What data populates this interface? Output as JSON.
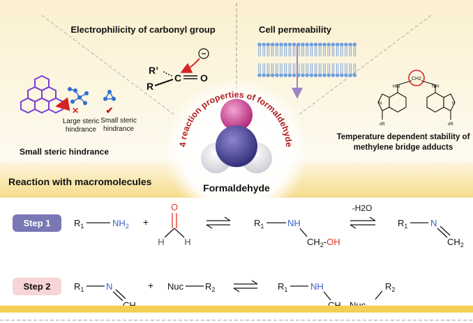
{
  "header": {
    "q1_title": "Electrophilicity of carbonyl group",
    "q2_title": "Cell permeability",
    "q3_title": "Small steric hindrance",
    "q4_title_line1": "Temperature dependent stability of",
    "q4_title_line2": "methylene bridge adducts",
    "arc_text": "4 reaction properties of formaldehyde",
    "center_label": "Formaldehyde"
  },
  "carbonyl": {
    "r_prime": "R’",
    "r": "R",
    "carbon": "C",
    "oxygen": "O",
    "minus": "−"
  },
  "steric": {
    "large_line1": "Large steric",
    "large_line2": "hindrance",
    "small_line1": "Small steric",
    "small_line2": "hindrance",
    "cross": "✕",
    "check": "✔"
  },
  "bridge": {
    "ch2": "CH2",
    "hn": "HN",
    "nh": "NH",
    "n": "N",
    "dr": "dR"
  },
  "bottom": {
    "section_title": "Reaction with macromolecules",
    "step1_label": "Step 1",
    "step2_label": "Step 2",
    "plus": "+",
    "minus_h2o": "-H2O"
  },
  "colors": {
    "banner": "#f7e3a4",
    "step1_fill": "#7a77b5",
    "step2_fill": "#f7d4d6",
    "amine_blue": "#3a5fc7",
    "carbonyl_red": "#e03222",
    "arc_red": "#b01e1e",
    "membrane_blue": "#6f9fe0",
    "gold_bar": "#f3cf55"
  }
}
